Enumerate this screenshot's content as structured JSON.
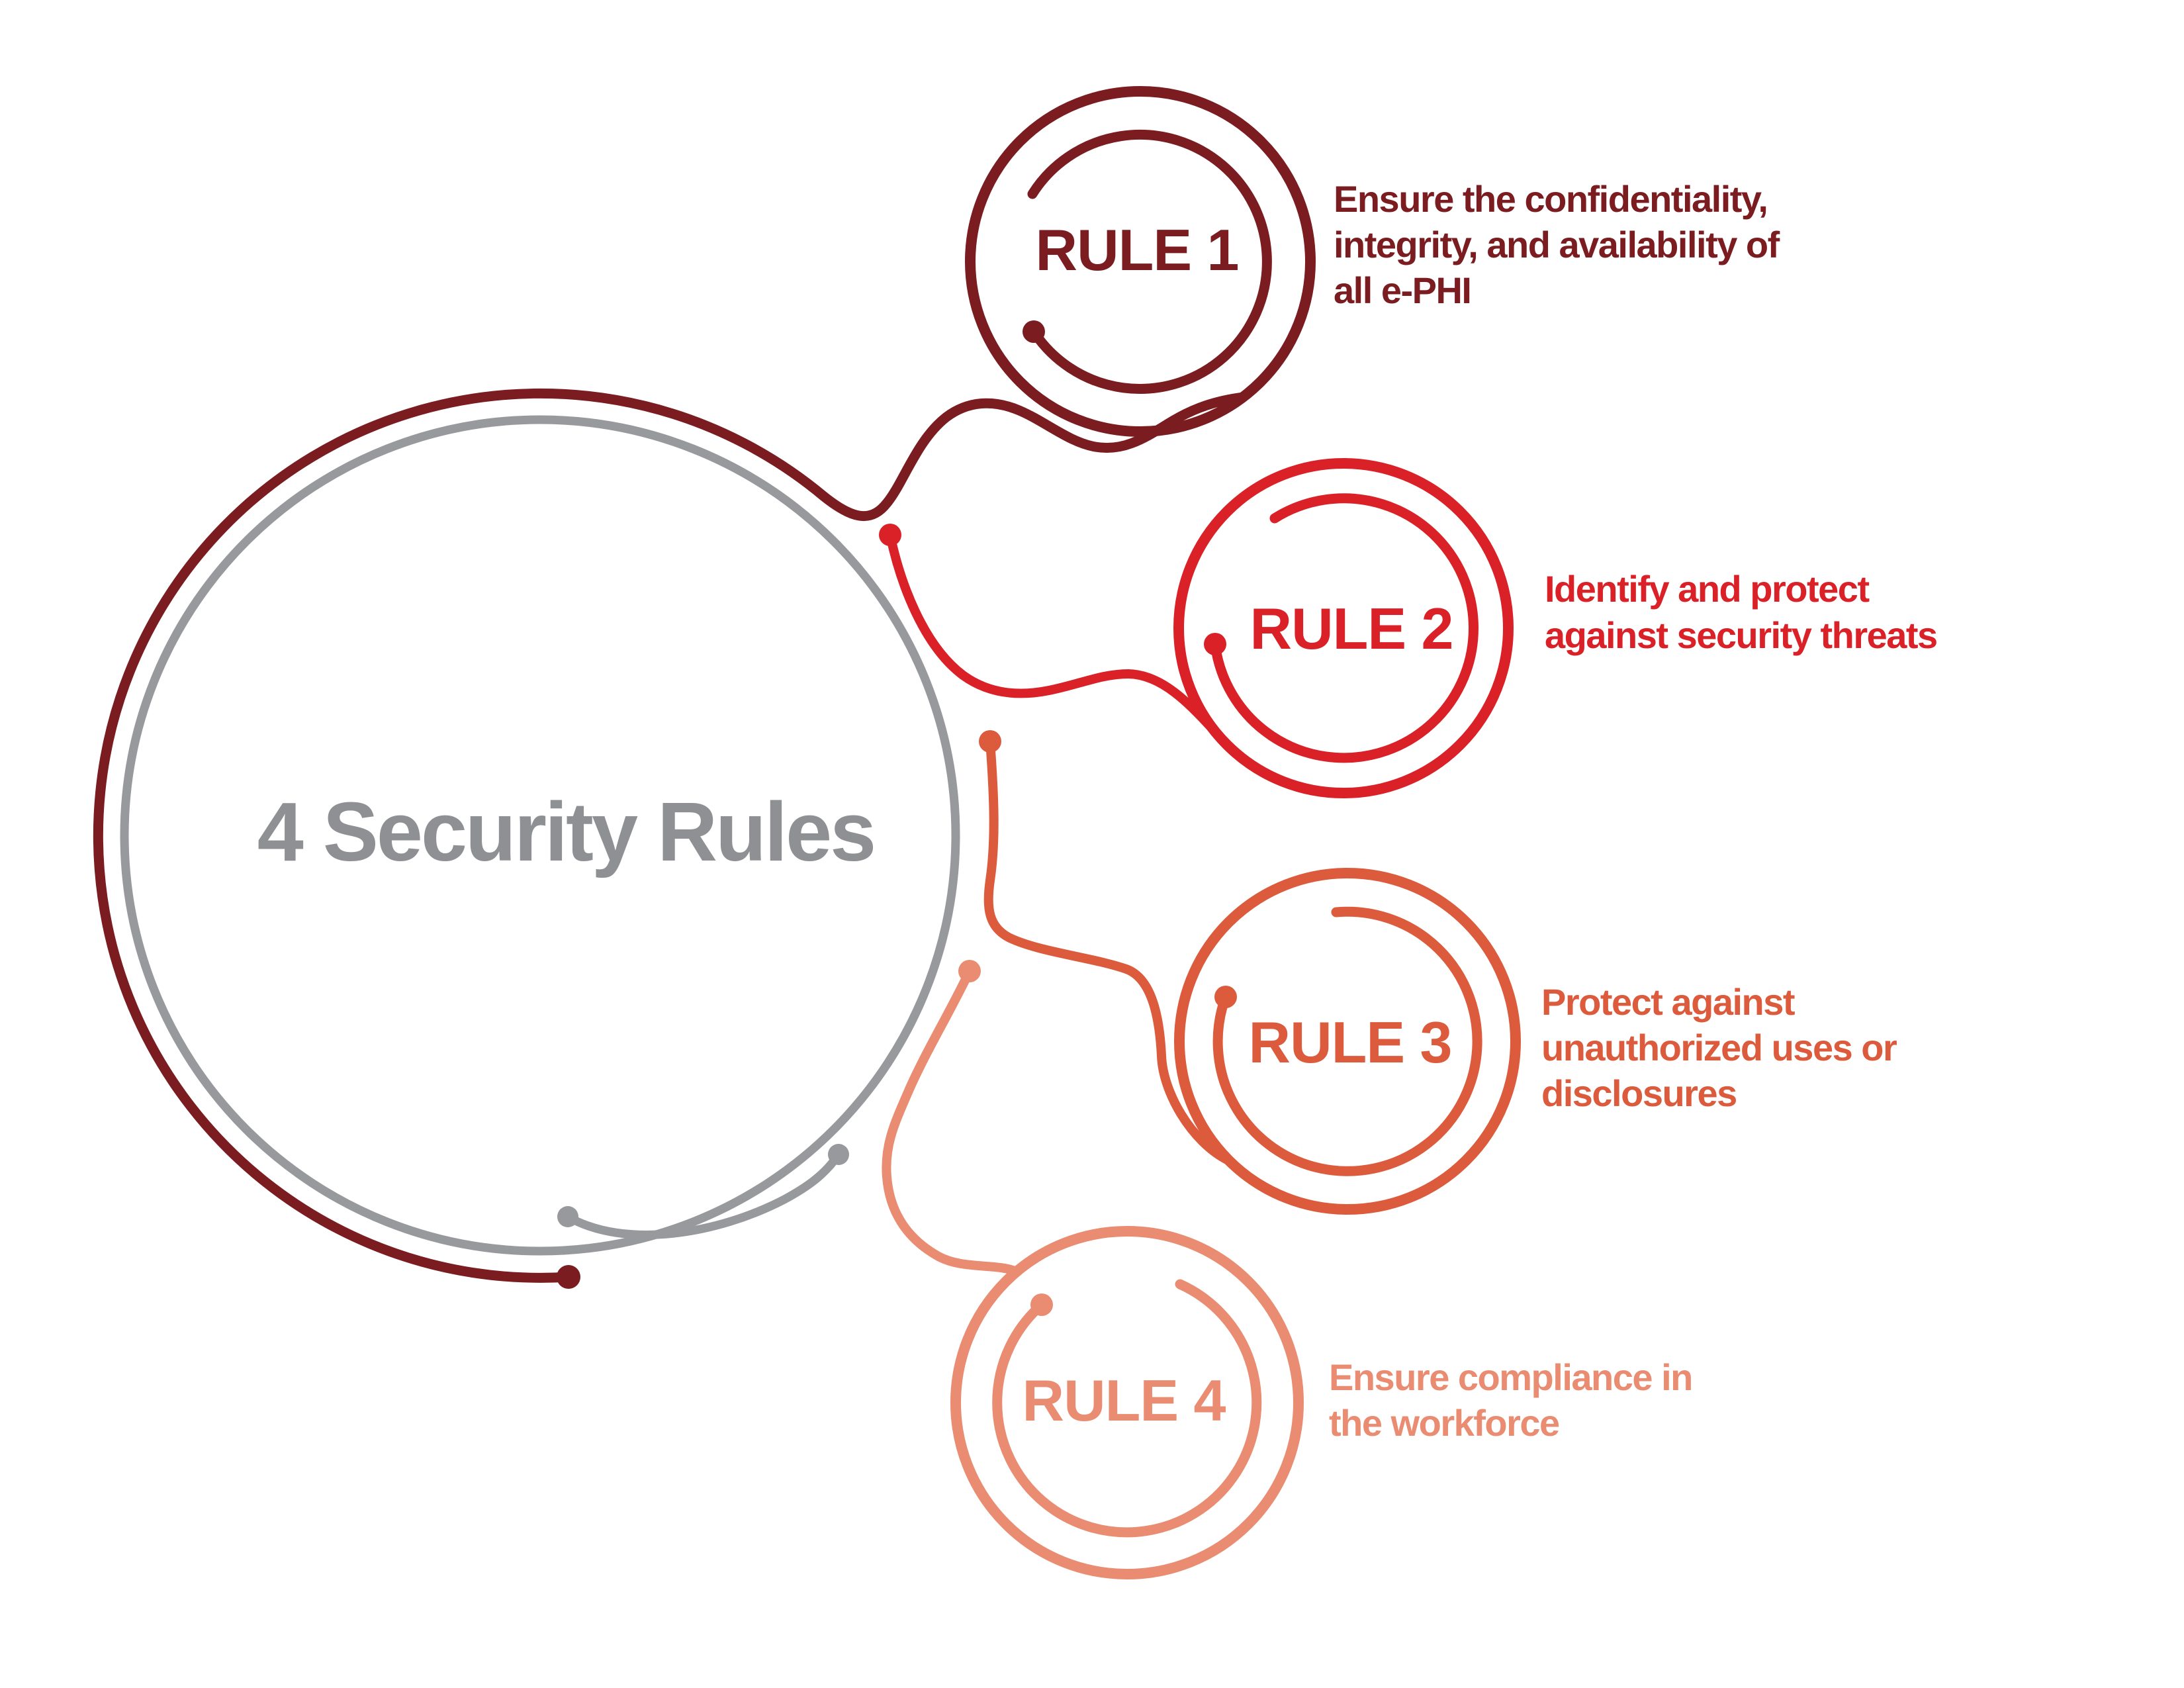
{
  "title": "4 Security Rules",
  "colors": {
    "circle_gray": "#97999C",
    "title_gray": "#8E9093",
    "rule1": "#7A1C20",
    "rule2": "#DA2128",
    "rule3": "#DC5B3C",
    "rule4": "#E98C71",
    "background": "#FFFFFF"
  },
  "rules": [
    {
      "label": "RULE 1",
      "desc_lines": [
        "Ensure the confidentiality,",
        "integrity, and availability of",
        "all e-PHI"
      ]
    },
    {
      "label": "RULE 2",
      "desc_lines": [
        "Identify and protect",
        "against security threats"
      ]
    },
    {
      "label": "RULE 3",
      "desc_lines": [
        "Protect against",
        "unauthorized uses or",
        "disclosures"
      ]
    },
    {
      "label": "RULE 4",
      "desc_lines": [
        "Ensure compliance in",
        "the workforce"
      ]
    }
  ]
}
